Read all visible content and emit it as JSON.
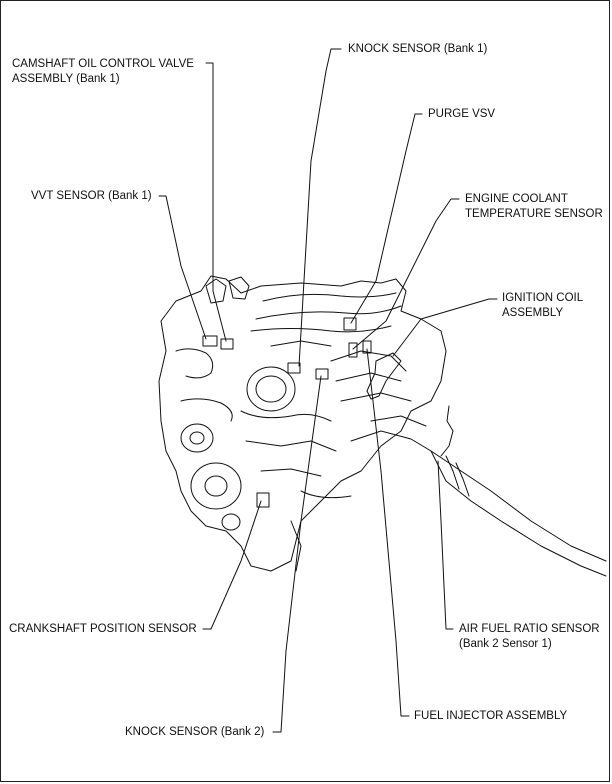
{
  "labels": {
    "camshaft_ocv": {
      "line1": "CAMSHAFT OIL CONTROL VALVE",
      "line2": "ASSEMBLY (Bank 1)"
    },
    "knock_bank1": {
      "line1": "KNOCK SENSOR (Bank 1)"
    },
    "purge_vsv": {
      "line1": "PURGE VSV"
    },
    "vvt_bank1": {
      "line1": "VVT SENSOR (Bank 1)"
    },
    "ect_sensor": {
      "line1": "ENGINE COOLANT",
      "line2": "TEMPERATURE SENSOR"
    },
    "ignition_coil": {
      "line1": "IGNITION COIL",
      "line2": "ASSEMBLY"
    },
    "crankshaft_sensor": {
      "line1": "CRANKSHAFT POSITION SENSOR"
    },
    "af_sensor": {
      "line1": "AIR FUEL RATIO SENSOR",
      "line2": "(Bank 2 Sensor 1)"
    },
    "fuel_injector": {
      "line1": "FUEL INJECTOR ASSEMBLY"
    },
    "knock_bank2": {
      "line1": "KNOCK SENSOR (Bank 2)"
    }
  }
}
